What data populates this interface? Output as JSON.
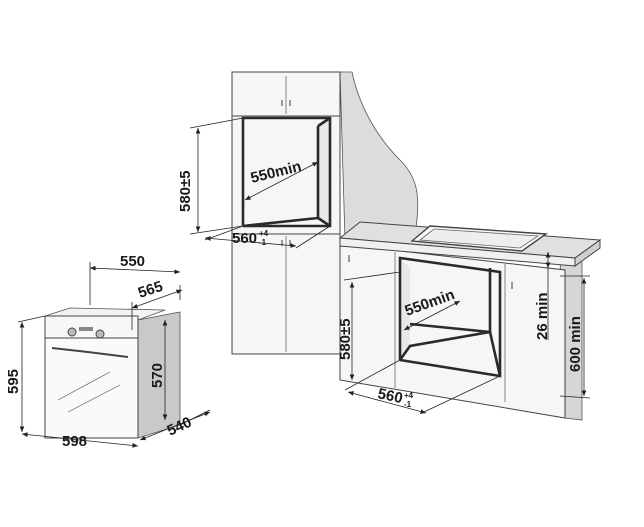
{
  "diagram": {
    "title": "Built-in oven installation dimensions",
    "oven": {
      "depth_top": "550",
      "depth_body": "565",
      "height": "595",
      "body_height": "570",
      "width": "598",
      "side_depth": "540"
    },
    "tall_cabinet": {
      "niche_height": "580±5",
      "niche_depth": "550min",
      "niche_width": "560",
      "niche_width_tol_plus": "+4",
      "niche_width_tol_minus": "-1"
    },
    "under_counter": {
      "niche_height": "580±5",
      "niche_depth": "550min",
      "niche_width": "560",
      "niche_width_tol_plus": "+4",
      "niche_width_tol_minus": "-1",
      "gap_top": "26 min",
      "min_height": "600 min"
    },
    "colors": {
      "cabinet_fill": "#f4f4f4",
      "wall_fill": "#d8d8d8",
      "counter_fill": "#e2e2e2",
      "shade": "#c8c8c8"
    }
  }
}
